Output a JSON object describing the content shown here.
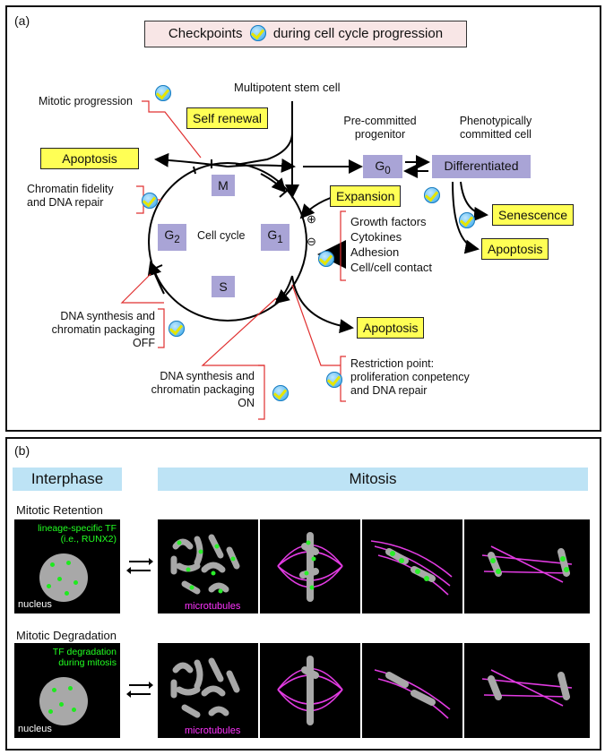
{
  "panel_a": {
    "label": "(a)",
    "title_before": "Checkpoints",
    "title_after": "during cell cycle progression",
    "multipotent": "Multipotent stem cell",
    "precommitted": [
      "Pre-committed",
      "progenitor"
    ],
    "phenotypic": [
      "Phenotypically",
      "committed cell"
    ],
    "mitotic_progression": "Mitotic progression",
    "self_renewal": "Self renewal",
    "apoptosis_left": "Apoptosis",
    "chromatin_fidelity": [
      "Chromatin fidelity",
      "and DNA repair"
    ],
    "phase_m": "M",
    "phase_g2": "G",
    "phase_g2_sub": "2",
    "phase_g1": "G",
    "phase_g1_sub": "1",
    "phase_s": "S",
    "cell_cycle": "Cell cycle",
    "g0": "G",
    "g0_sub": "0",
    "differentiated": "Differentiated",
    "expansion": "Expansion",
    "plus": "⊕",
    "minus": "⊖",
    "signals": [
      "Growth factors",
      "Cytokines",
      "Adhesion",
      "Cell/cell contact"
    ],
    "senescence": "Senescence",
    "apoptosis_right": "Apoptosis",
    "apoptosis_bottom": "Apoptosis",
    "dna_off": [
      "DNA synthesis and",
      "chromatin packaging",
      "OFF"
    ],
    "dna_on": [
      "DNA synthesis and",
      "chromatin packaging",
      "ON"
    ],
    "restriction": [
      "Restriction point:",
      "proliferation conpetency",
      "and DNA repair"
    ]
  },
  "panel_b": {
    "label": "(b)",
    "interphase": "Interphase",
    "mitosis": "Mitosis",
    "retention_title": "Mitotic Retention",
    "retention_tf": [
      "lineage-specific TF",
      "(i.e., RUNX2)"
    ],
    "degradation_title": "Mitotic Degradation",
    "degradation_tf": [
      "TF degradation",
      "during mitosis"
    ],
    "nucleus": "nucleus",
    "microtubules": "microtubules"
  },
  "colors": {
    "yellow_box": "#ffff55",
    "phase_box": "#a9a4d6",
    "title_box": "#f8e6e6",
    "header": "#bde3f5",
    "red_line": "#e03030",
    "tf_green": "#22ff22",
    "microtubule_magenta": "#ff33ff",
    "chromosome_gray": "#a8a8a8"
  },
  "icons": [
    "check-icon",
    "arrow-icon",
    "double-arrow-icon"
  ]
}
